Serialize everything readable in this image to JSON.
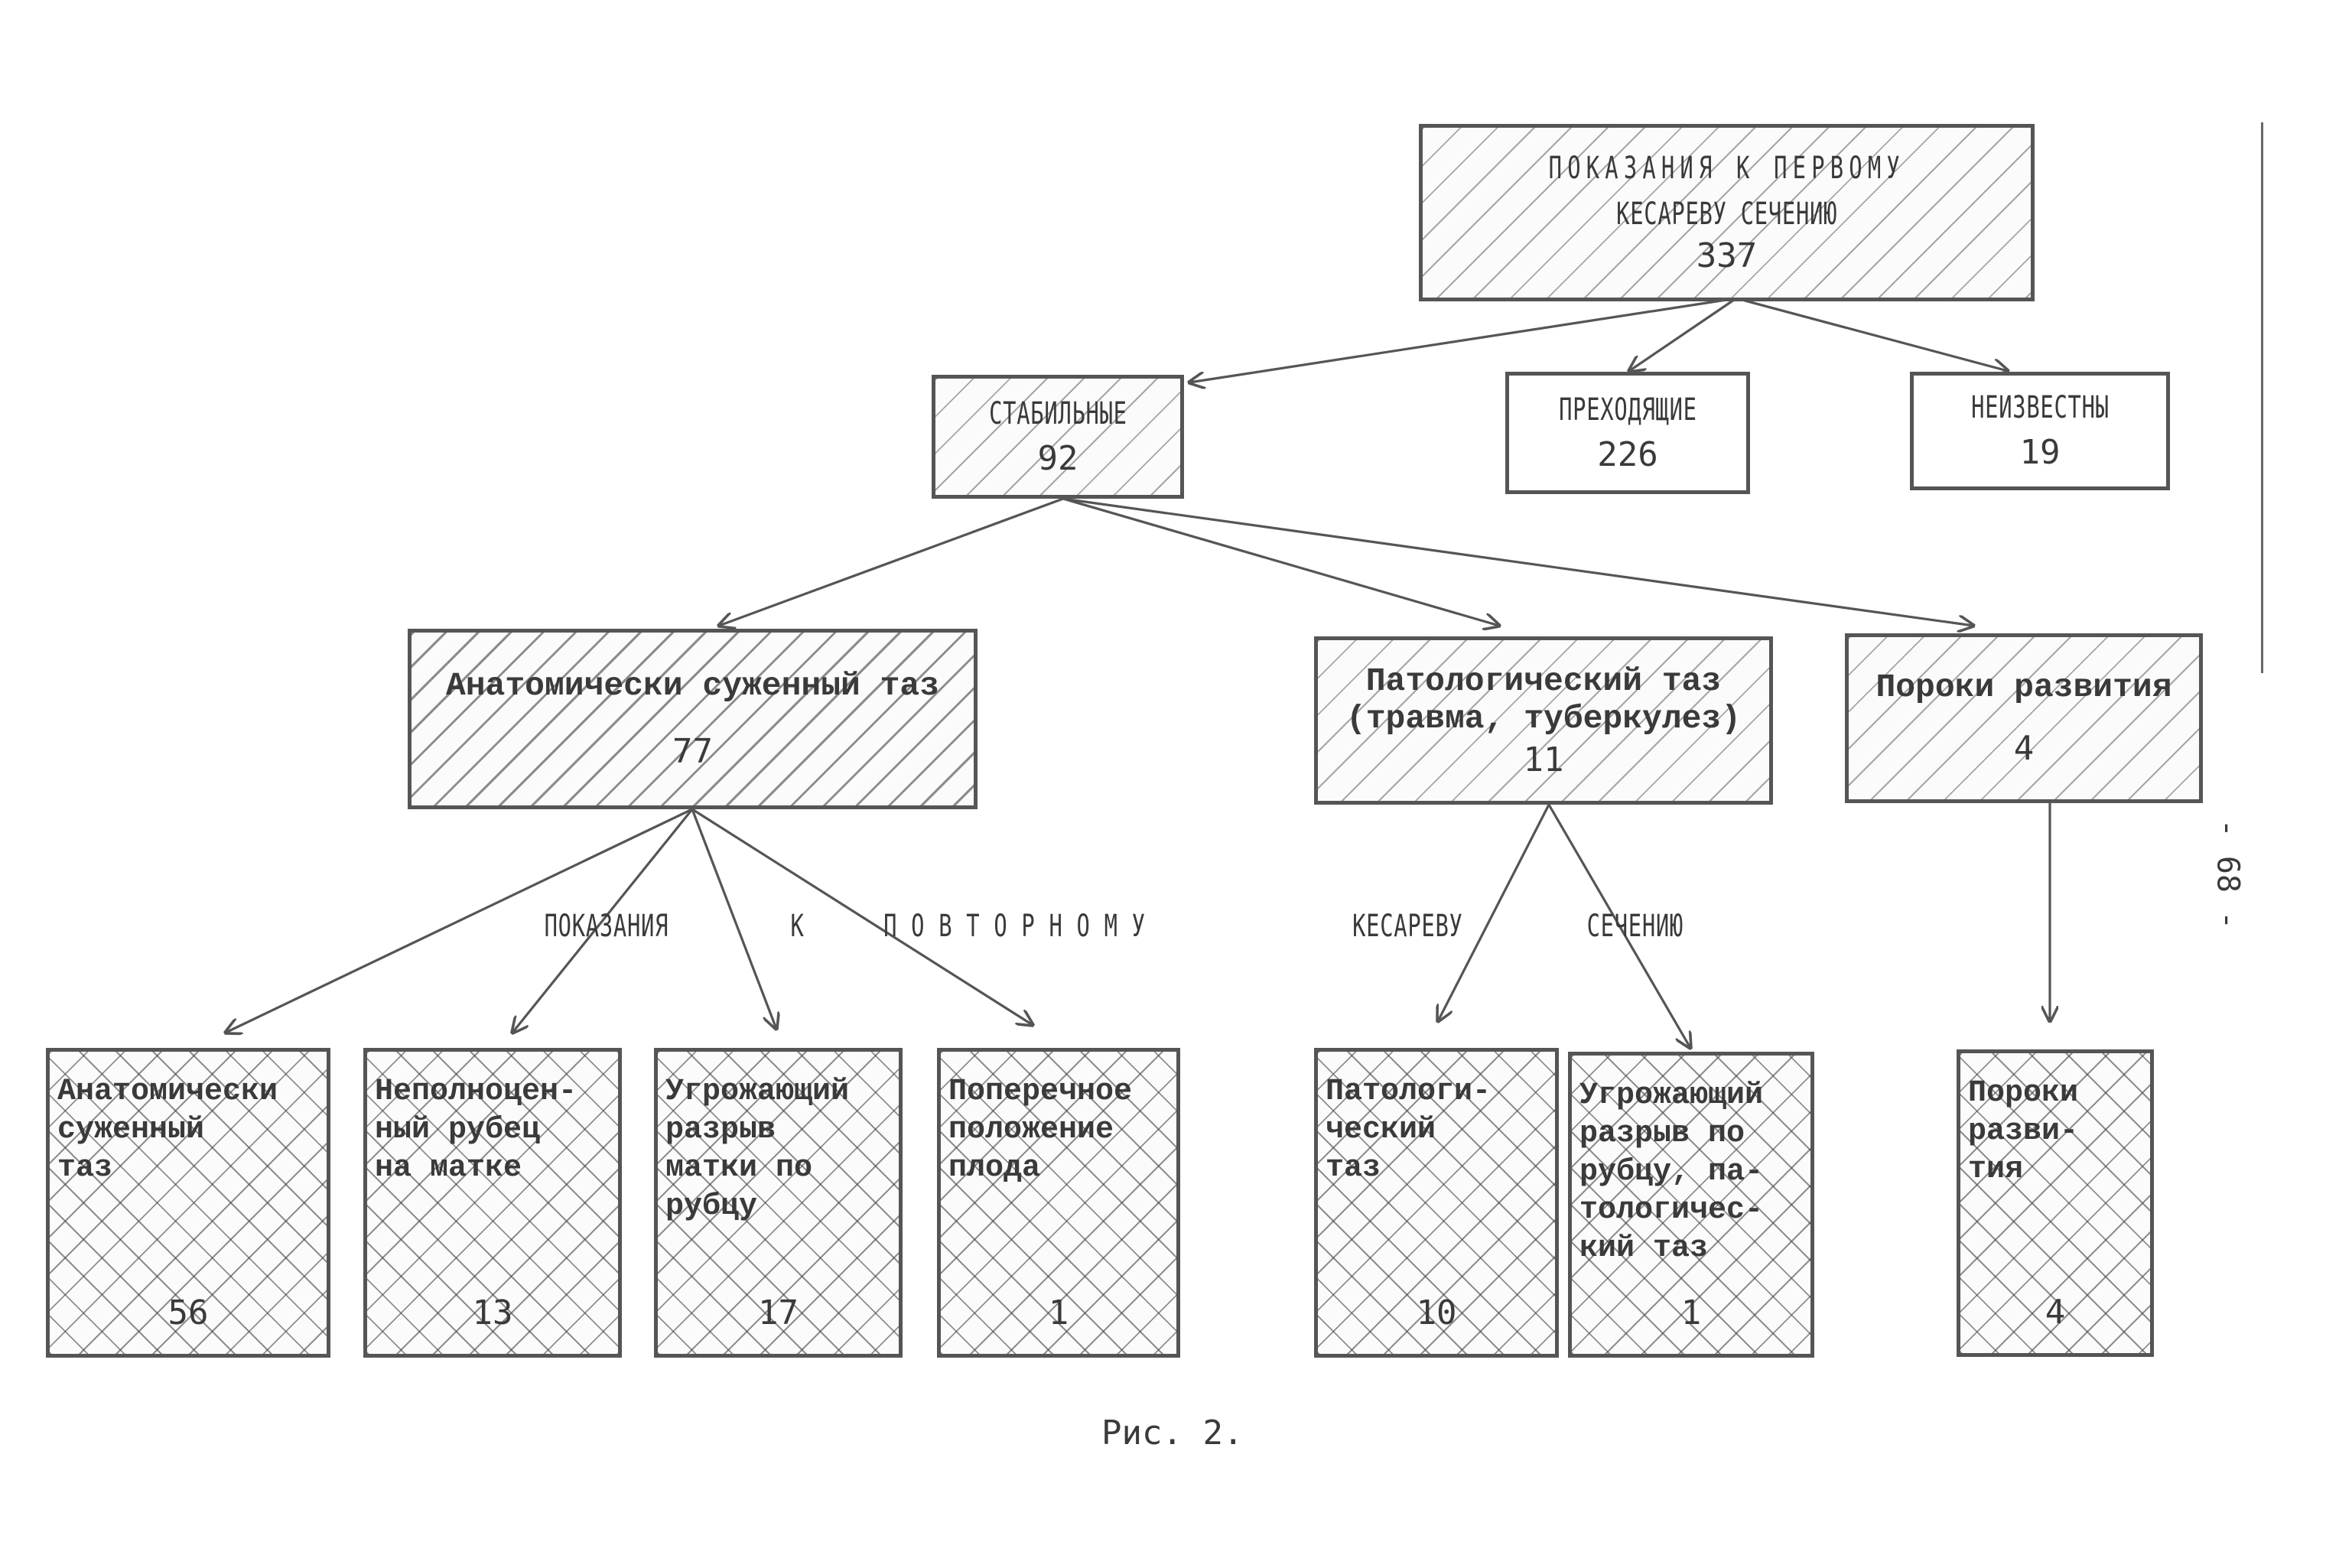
{
  "root": {
    "line1": "ПОКАЗАНИЯ К ПЕРВОМУ",
    "line2": "КЕСАРЕВУ СЕЧЕНИЮ",
    "count": "337"
  },
  "level1": [
    {
      "label": "СТАБИЛЬНЫЕ",
      "count": "92"
    },
    {
      "label": "ПРЕХОДЯЩИЕ",
      "count": "226"
    },
    {
      "label": "НЕИЗВЕСТНЫ",
      "count": "19"
    }
  ],
  "level2": [
    {
      "line1": "Анатомически суженный таз",
      "line2": "",
      "count": "77"
    },
    {
      "line1": "Патологический таз",
      "line2": "(травма, туберкулез)",
      "count": "11"
    },
    {
      "line1": "Пороки развития",
      "line2": "",
      "count": "4"
    }
  ],
  "repeat_caption": {
    "w1": "ПОКАЗАНИЯ",
    "w2": "К",
    "w3": "ПОВТОРНОМУ",
    "w4": "КЕСАРЕВУ",
    "w5": "СЕЧЕНИЮ"
  },
  "level3": [
    {
      "label": "Анатомически\nсуженный\nтаз",
      "count": "56"
    },
    {
      "label": "Неполноцен-\nный рубец\nна матке",
      "count": "13"
    },
    {
      "label": "Угрожающий\nразрыв\nматки по\nрубцу",
      "count": "17"
    },
    {
      "label": "Поперечное\nположение\nплода",
      "count": "1"
    },
    {
      "label": "Патологи-\nческий\nтаз",
      "count": "10"
    },
    {
      "label": "Угрожающий\nразрыв по\nрубцу, па-\nтологичес-\nкий таз",
      "count": "1"
    },
    {
      "label": "Пороки\nразви-\nтия",
      "count": "4"
    }
  ],
  "page_number": "- 68 -",
  "figure_caption": "Рис. 2."
}
